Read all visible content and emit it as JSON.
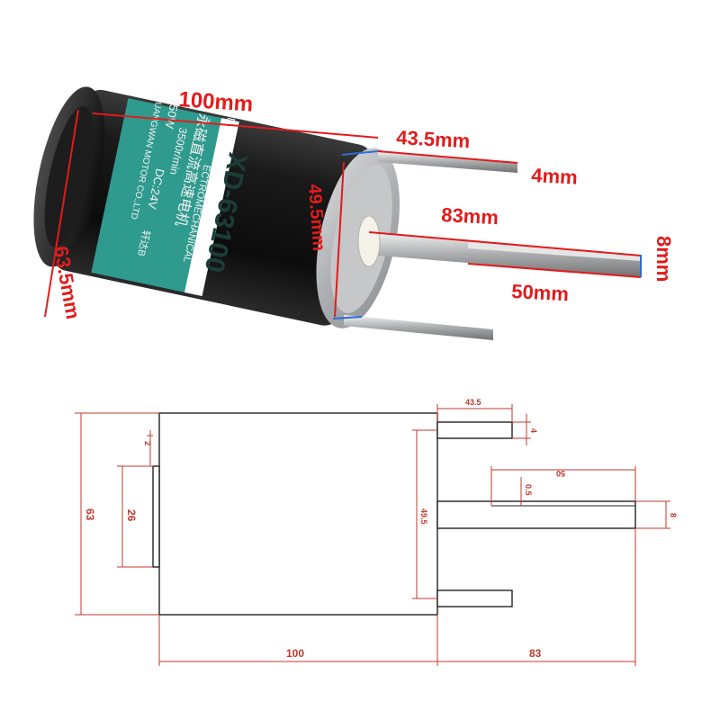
{
  "photo": {
    "dims": {
      "length": "100mm",
      "diameter": "63.5mm",
      "face": "49.5mm",
      "pin_length": "43.5mm",
      "pin_diameter": "4mm",
      "shaft_length": "83mm",
      "shaft_diameter": "8mm",
      "shaft_flat": "50mm"
    },
    "label": {
      "brand": "XD",
      "model": "XD-63100",
      "chinese_title": "永磁直流高速电机",
      "subtitle": "ECTROMECHANICAL",
      "speed": "3500r/min",
      "power": "150W",
      "voltage": "DC:24V",
      "code": "轩达B",
      "maker": "GUANGWAN MOTOR CO.,LTD"
    },
    "colors": {
      "dimension": "#e21b1b",
      "body": "#151515",
      "label": "#2f9a8e",
      "endcap": "#b9bcbf"
    }
  },
  "drawing": {
    "dims": {
      "pin_length": "43.5",
      "pin_width": "4",
      "flat_length": "50",
      "flat_depth": "0.5",
      "shaft_width": "8",
      "face_height": "49.5",
      "boss_gap": "2",
      "boss_height": "26",
      "body_height": "63",
      "body_length": "100",
      "shaft_length": "83"
    }
  }
}
